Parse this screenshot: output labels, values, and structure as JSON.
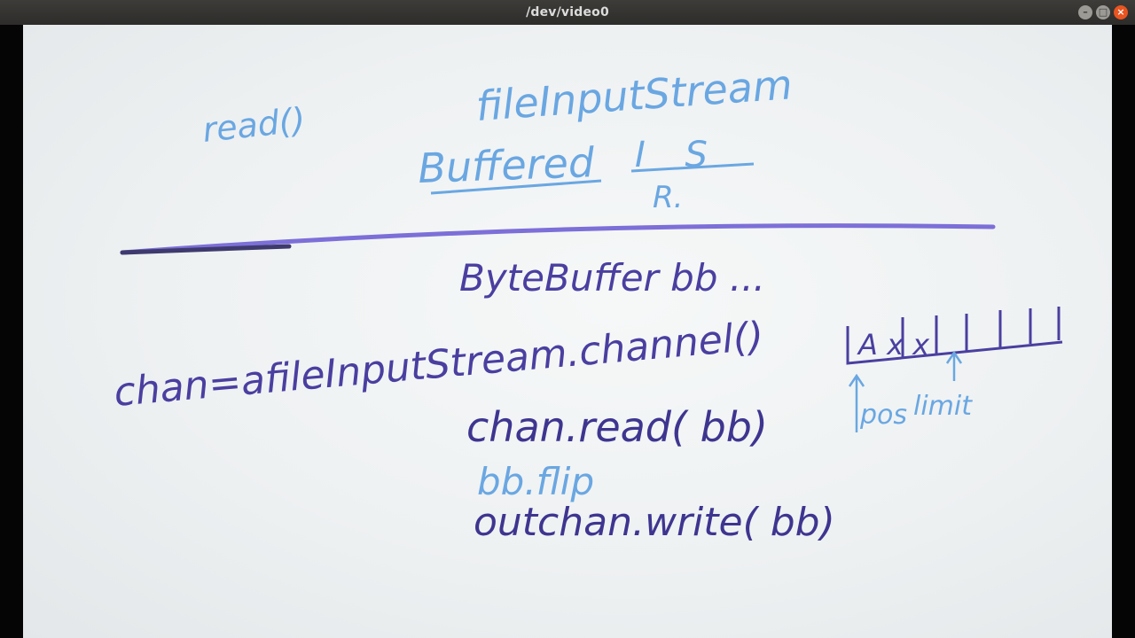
{
  "window": {
    "title": "/dev/video0",
    "buttons": {
      "minimize": "–",
      "maximize": "□",
      "close": "×"
    }
  },
  "whiteboard": {
    "top": {
      "read": "read()",
      "file_input_stream": "fileInputStream",
      "buffered": "Buffered",
      "i_s": "I S",
      "r": "R."
    },
    "bottom": {
      "byte_buffer": "ByteBuffer bb ...",
      "channel_line": "chan=afileInputStream.channel()",
      "chan_read": "chan.read( bb)",
      "bb_flip": "bb.flip",
      "out_write": "outchan.write( bb)",
      "buffer_cells": "A x x",
      "pos": "pos",
      "limit": "limit"
    },
    "colors": {
      "light_blue": "#6aa7e2",
      "purple_ink": "#4a3fa0",
      "divider": "#7d6fd8",
      "board": "#f2f4f5"
    }
  }
}
